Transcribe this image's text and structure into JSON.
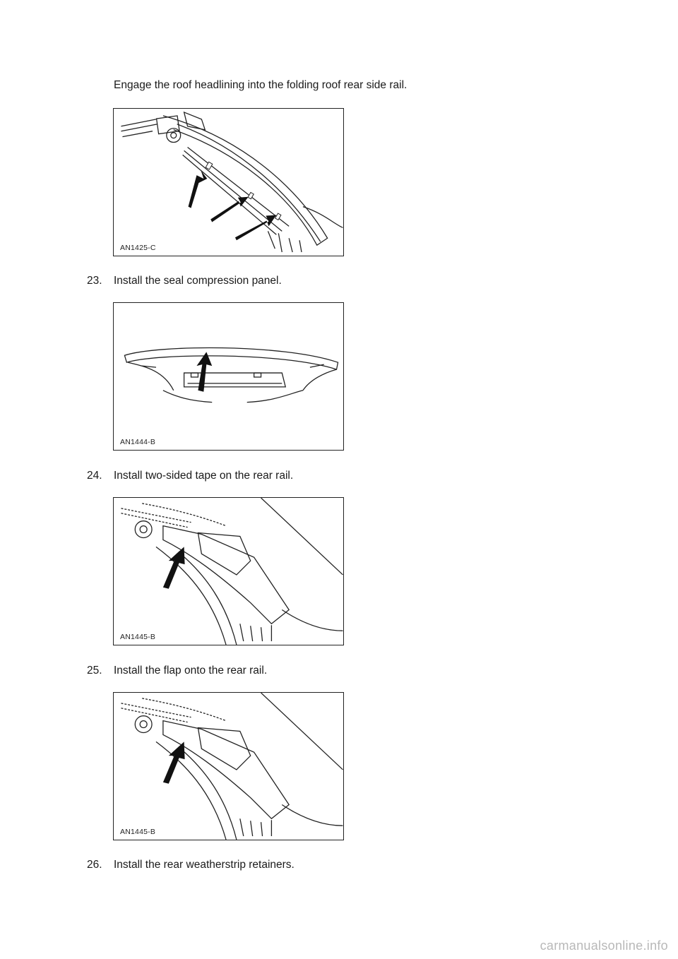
{
  "intro_text": "Engage the roof headlining into the folding roof rear side rail.",
  "steps": [
    {
      "number": "23.",
      "text": "Install the seal compression panel."
    },
    {
      "number": "24.",
      "text": "Install two-sided tape on the rear rail."
    },
    {
      "number": "25.",
      "text": "Install the flap onto the rear rail."
    },
    {
      "number": "26.",
      "text": "Install the rear weatherstrip retainers."
    }
  ],
  "figures": [
    {
      "caption": "AN1425-C"
    },
    {
      "caption": "AN1444-B"
    },
    {
      "caption": "AN1445-B"
    },
    {
      "caption": "AN1445-B"
    }
  ],
  "watermark": "carmanualsonline.info"
}
